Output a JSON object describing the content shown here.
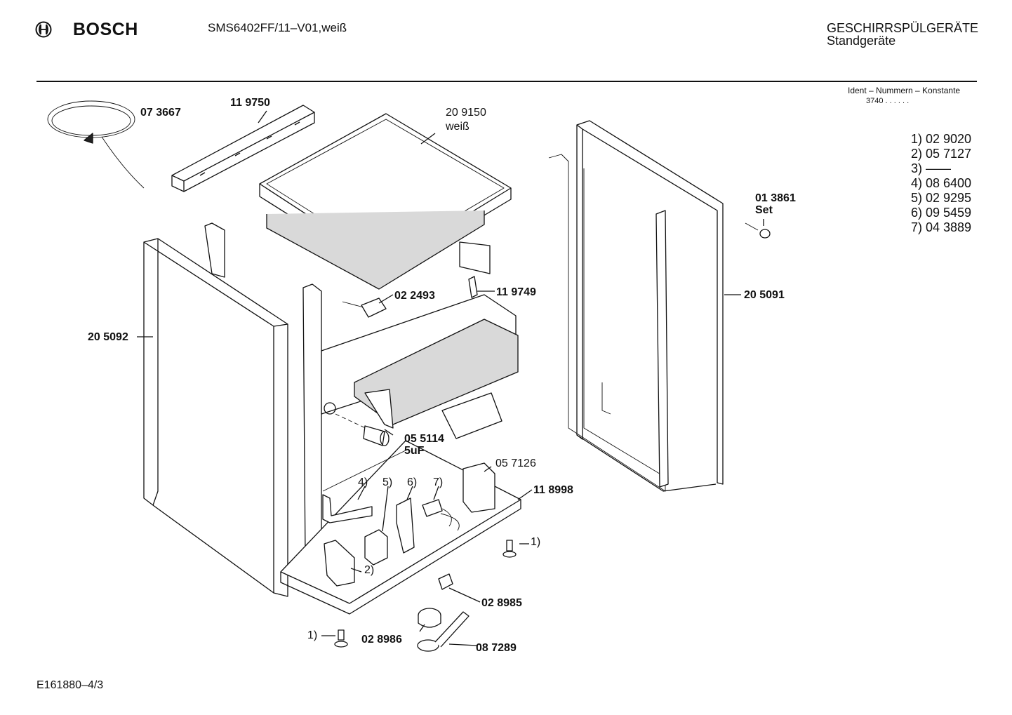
{
  "header": {
    "brand": "BOSCH",
    "model": "SMS6402FF/11–V01,weiß",
    "category_line1": "GESCHIRRSPÜLGERÄTE",
    "category_line2": "Standgeräte"
  },
  "ident": {
    "title": "Ident – Nummern – Konstante",
    "value": "3740  .  .  .  .  .  ."
  },
  "legend": [
    "1) 02 9020",
    "2) 05 7127",
    "3) ——",
    "4) 08 6400",
    "5) 02 9295",
    "6) 09 5459",
    "7) 04 3889"
  ],
  "callouts": {
    "cord": "07 3667",
    "rail_top": "11 9750",
    "top_panel": "20 9150",
    "top_panel_color": "weiß",
    "screw_set": "01 3861",
    "screw_set_label": "Set",
    "side_left": "20 5092",
    "side_right": "20 5091",
    "clip": "02 2493",
    "bracket": "11 9749",
    "capacitor": "05 5114",
    "capacitor_value": "5uF",
    "relay_bracket": "05 7126",
    "base_tray": "11 8998",
    "item4": "4)",
    "item5": "5)",
    "item6": "6)",
    "item7": "7)",
    "item2": "2)",
    "item1_right": "1)",
    "item1_left": "1)",
    "float_switch": "02 8985",
    "float": "02 8986",
    "float_housing": "08 7289"
  },
  "footer": {
    "drawing_id": "E161880–4/3"
  }
}
